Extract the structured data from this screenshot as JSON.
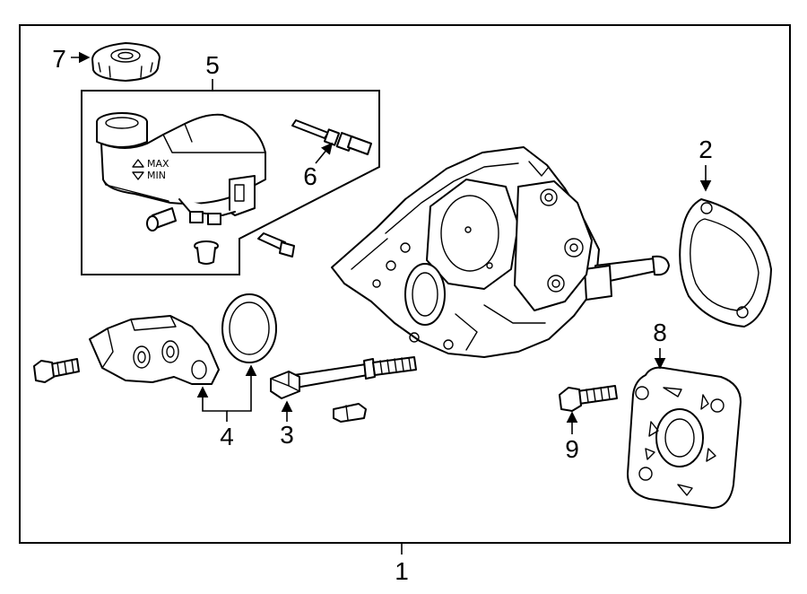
{
  "diagram": {
    "callouts": [
      "1",
      "2",
      "3",
      "4",
      "5",
      "6",
      "7",
      "8",
      "9"
    ],
    "reservoir_labels": {
      "max": "MAX",
      "min": "MIN"
    },
    "colors": {
      "line": "#000000",
      "background": "#ffffff"
    }
  }
}
